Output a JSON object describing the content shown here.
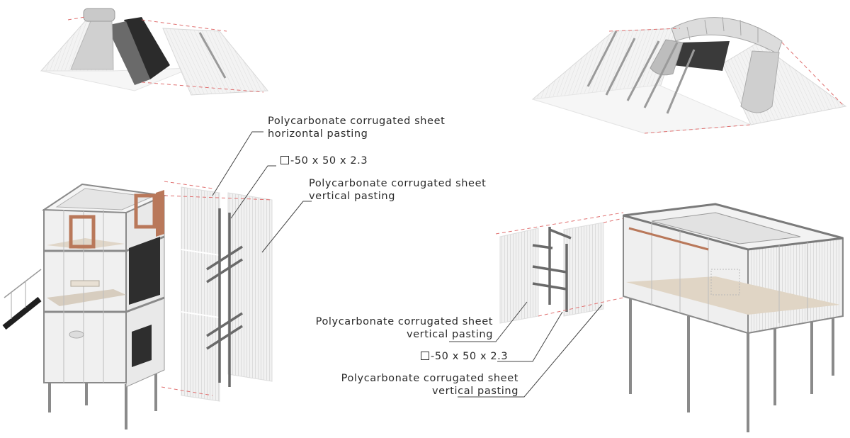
{
  "annotations": {
    "left_horizontal": {
      "line1": "Polycarbonate corrugated sheet",
      "line2": "horizontal pasting"
    },
    "left_frame": {
      "text": "-50 x 50 x 2.3"
    },
    "left_vertical": {
      "line1": "Polycarbonate corrugated sheet",
      "line2": "vertical pasting"
    },
    "right_vertical_a": {
      "line1": "Polycarbonate corrugated sheet",
      "line2": "vertical pasting"
    },
    "right_frame": {
      "text": "-50 x 50 x 2.3"
    },
    "right_vertical_b": {
      "line1": "Polycarbonate corrugated sheet",
      "line2": "vertical pasting"
    }
  },
  "colors": {
    "text": "#2a2a2a",
    "leader": "#444444",
    "dashed_guide": "#e07070",
    "frame": "#8a8a8a",
    "timber": "#b9785a",
    "dark_panel": "#2b2b2b",
    "sheet": "#eeeeee"
  }
}
